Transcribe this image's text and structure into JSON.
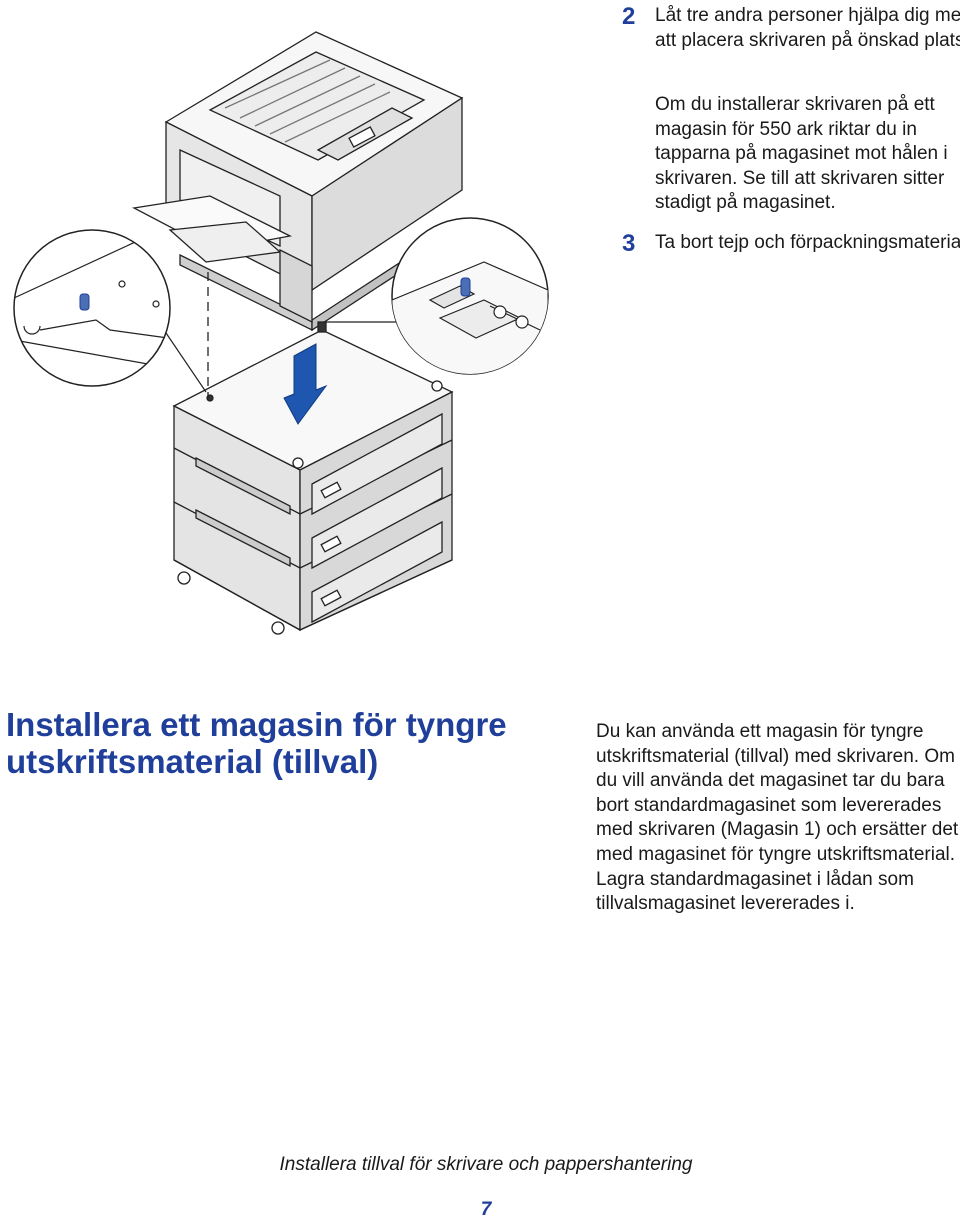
{
  "steps": [
    {
      "number": "2",
      "text": "Låt tre andra personer hjälpa dig med att placera skrivaren på önskad plats.",
      "note": "Om du installerar skrivaren på ett magasin för 550 ark riktar du in tapparna på magasinet mot hålen i skrivaren. Se till att skrivaren sitter stadigt på magasinet."
    },
    {
      "number": "3",
      "text": "Ta bort tejp och förpackningsmaterial."
    }
  ],
  "section": {
    "title": "Installera ett magasin för tyngre utskriftsmaterial (tillval)",
    "body": "Du kan använda ett magasin för tyngre utskriftsmaterial (tillval) med skrivaren. Om du vill använda det magasinet tar du bara bort standardmagasinet som levererades med skrivaren (Magasin 1) och ersätter det med magasinet för tyngre utskriftsmaterial. Lagra standardmagasinet i lådan som tillvalsmagasinet levererades i."
  },
  "footer": {
    "title": "Installera tillval för skrivare och pappershantering",
    "page_number": "7"
  },
  "colors": {
    "accent": "#1f3f9a",
    "arrow": "#1e56b0"
  }
}
